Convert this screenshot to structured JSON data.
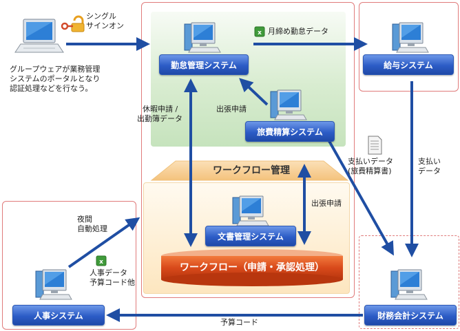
{
  "sso": {
    "line1": "シングル",
    "line2": "サインオン"
  },
  "groupware": {
    "line1": "グループウェアが業務管理",
    "line2": "システムのポータルとなり",
    "line3": "認証処理などを行なう。"
  },
  "systems": {
    "kintai": "勤怠管理システム",
    "kyuyo": "給与システム",
    "ryohi": "旅費精算システム",
    "bunsho": "文書管理システム",
    "jinji": "人事システム",
    "zaimu": "財務会計システム"
  },
  "labels": {
    "monthly": "月締め勤怠データ",
    "kyuka1": "休暇申請 /",
    "kyuka2": "出勤簿データ",
    "shutcho_top": "出張申請",
    "shutcho_mid": "出張申請",
    "workflow_mgmt": "ワークフロー管理",
    "workflow": "ワークフロー（申請・承認処理）",
    "pay_data1": "支払いデータ",
    "pay_data2": "(旅費精算書)",
    "pay_right1": "支払い",
    "pay_right2": "データ",
    "night1": "夜間",
    "night2": "自動処理",
    "hr_data1": "人事データ",
    "hr_data2": "予算コード他",
    "budget_code": "予算コード"
  },
  "colors": {
    "arrow": "#1f4ea3",
    "button": "#2c5cc6",
    "panel_border": "#e07a7a",
    "wf_band": "#d9501f"
  }
}
